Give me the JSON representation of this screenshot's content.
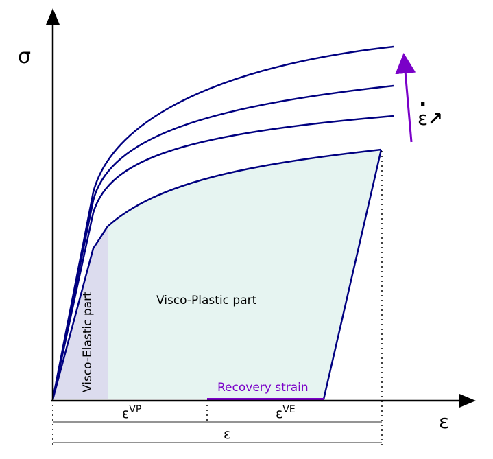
{
  "axes": {
    "y_label": "σ",
    "x_label": "ε"
  },
  "regions": {
    "visco_elastic": "Visco-Elastic part",
    "visco_plastic": "Visco-Plastic part",
    "recovery": "Recovery strain"
  },
  "strain_rate": {
    "symbol": "ε",
    "dot": "·",
    "arrow": "↗"
  },
  "dimensions": {
    "vp_base": "ε",
    "vp_sup": "VP",
    "ve_base": "ε",
    "ve_sup": "VE",
    "total": "ε"
  },
  "colors": {
    "curve": "#000080",
    "axis": "#000000",
    "elastic_fill": "#dcdcee",
    "plastic_fill": "#e6f4f1",
    "accent": "#7a00c8"
  }
}
